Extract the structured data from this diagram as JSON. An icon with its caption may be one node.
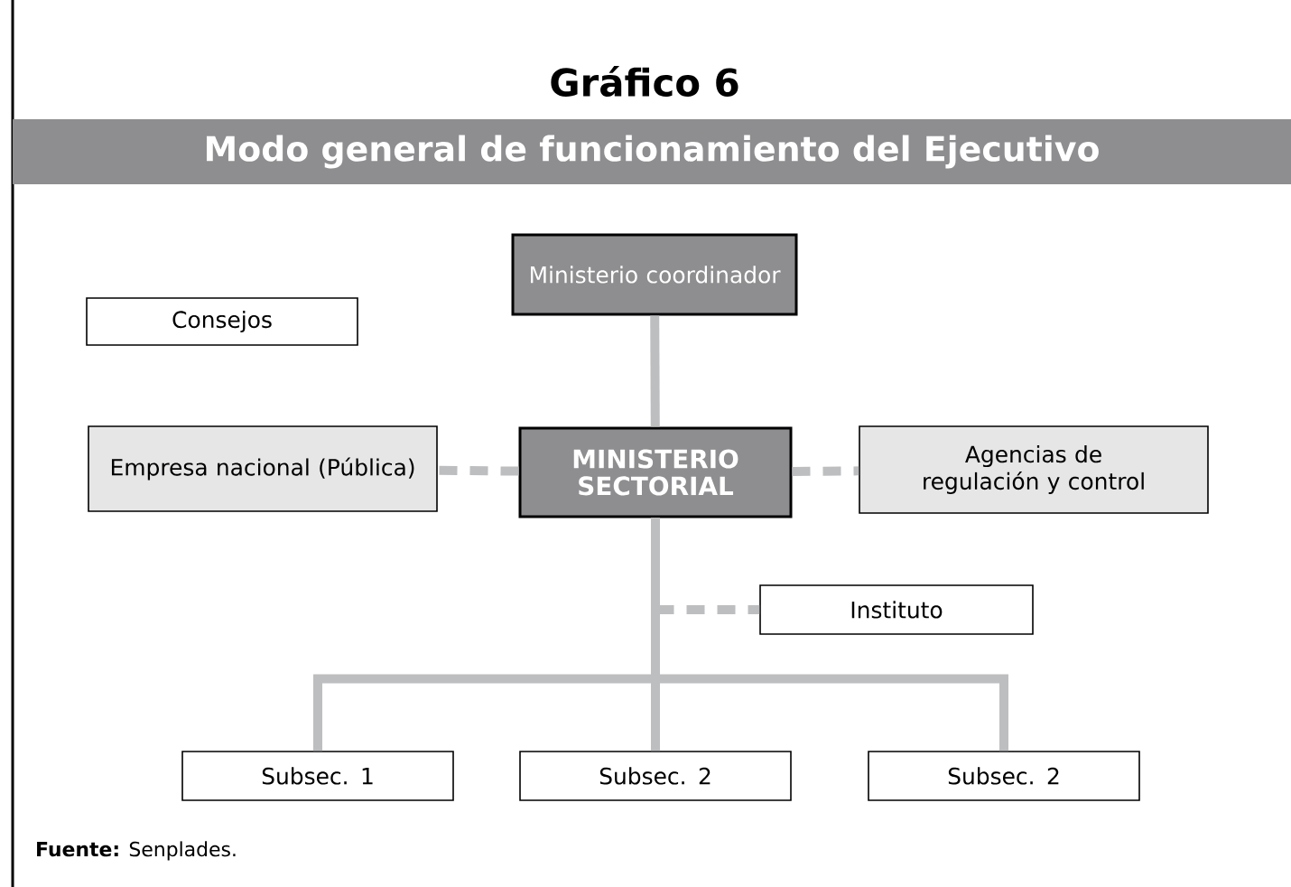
{
  "diagram": {
    "title": "Gráfico 6",
    "caption": "**Fuente:** Senplades.",
    "labels": [
      "Modo general de funcionamiento del Ejecutivo"
    ],
    "nodes": [
      {
        "text": [
          "Ministerio coordinador"
        ]
      },
      {
        "text": [
          "Consejos"
        ]
      },
      {
        "text": [
          "Empresa nacional (Pública)"
        ]
      },
      {
        "text": [
          "MINISTERIO SECTORIAL"
        ]
      },
      {
        "text": [
          "Agencias de regulación y control"
        ]
      },
      {
        "text": [
          "Instituto"
        ]
      },
      {
        "text": [
          "Subsec. 1"
        ]
      },
      {
        "text": [
          "Subsec. 2"
        ]
      },
      {
        "text": [
          "Subsec. 2"
        ]
      }
    ],
    "edges": [
      {
        "from": 0,
        "to": 3,
        "arrow": "none"
      },
      {
        "from": 3,
        "to": 2,
        "arrow": "none",
        "style": "dashed"
      },
      {
        "from": 3,
        "to": 4,
        "arrow": "none",
        "style": "dashed"
      },
      {
        "from": 3,
        "to": 5,
        "arrow": "none",
        "style": "dashed"
      },
      {
        "from": 3,
        "to": 6,
        "arrow": "none"
      },
      {
        "from": 3,
        "to": 7,
        "arrow": "none"
      },
      {
        "from": 3,
        "to": 8,
        "arrow": "none"
      }
    ]
  }
}
